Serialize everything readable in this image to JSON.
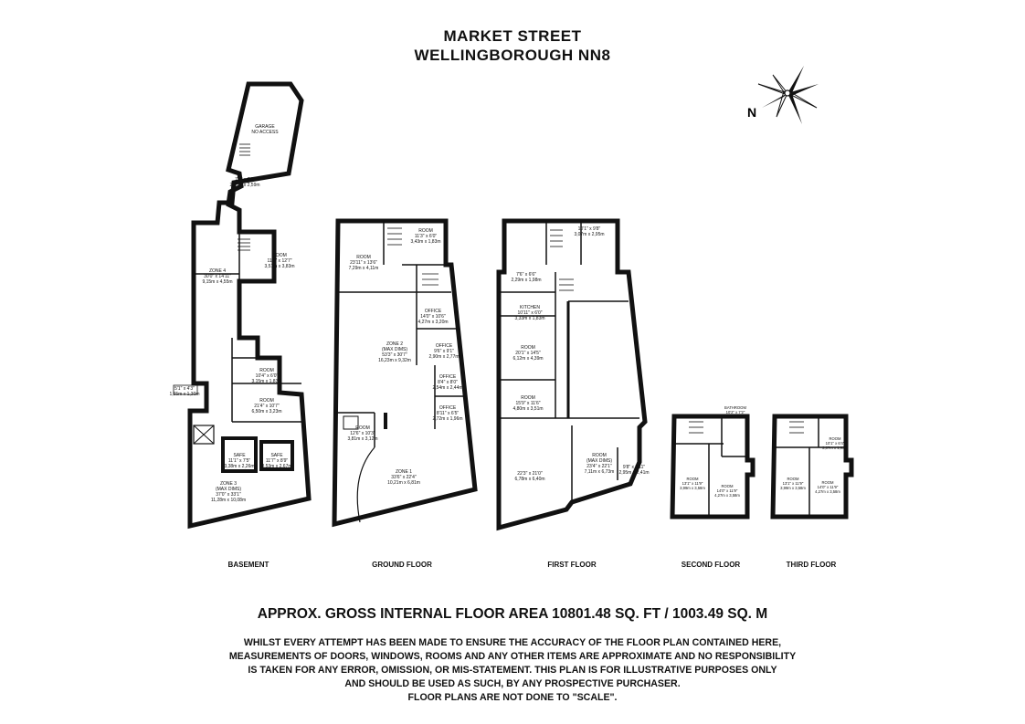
{
  "title": {
    "line1": "MARKET STREET",
    "line2": "WELLINGBOROUGH NN8"
  },
  "compass": {
    "letter": "N"
  },
  "floors": [
    {
      "label": "BASEMENT",
      "rooms": [
        {
          "name": "GARAGE",
          "dims": "NO ACCESS"
        },
        {
          "name": "",
          "dims": "7'2\" x 8'6\"",
          "metric": "2,18m x 2,59m"
        },
        {
          "name": "ROOM",
          "dims": "11'6\" x 12'7\"",
          "metric": "3,51m x 3,83m"
        },
        {
          "name": "ZONE 4",
          "dims": "30'0\" x 14'11\"",
          "metric": "9,15m x 4,55m"
        },
        {
          "name": "ROOM",
          "dims": "10'4\" x 6'0\"",
          "metric": "3,15m x 1,83m"
        },
        {
          "name": "ROOM",
          "dims": "21'4\" x 10'7\"",
          "metric": "6,50m x 3,23m"
        },
        {
          "name": "",
          "dims": "5'1\" x 4'3\"",
          "metric": "1,55m x 1,30m"
        },
        {
          "name": "SAFE",
          "dims": "11'1\" x 7'5\"",
          "metric": "3,38m x 2,26m"
        },
        {
          "name": "SAFE",
          "dims": "11'7\" x 8'9\"",
          "metric": "3,53m x 2,67m"
        },
        {
          "name": "ZONE 3",
          "sub": "(MAX DIMS)",
          "dims": "37'0\" x 33'1\"",
          "metric": "11,28m x 10,08m"
        }
      ]
    },
    {
      "label": "GROUND FLOOR",
      "rooms": [
        {
          "name": "ROOM",
          "dims": "11'3\" x 6'0\"",
          "metric": "3,43m x 1,83m"
        },
        {
          "name": "ROOM",
          "dims": "23'11\" x 13'6\"",
          "metric": "7,29m x 4,11m"
        },
        {
          "name": "OFFICE",
          "dims": "14'0\" x 10'6\"",
          "metric": "4,27m x 3,20m"
        },
        {
          "name": "ZONE 2",
          "sub": "(MAX DIMS)",
          "dims": "53'3\" x 30'7\"",
          "metric": "16,23m x 9,32m"
        },
        {
          "name": "OFFICE",
          "dims": "9'6\" x 9'1\"",
          "metric": "2,90m x 2,77m"
        },
        {
          "name": "OFFICE",
          "dims": "8'4\" x 8'0\"",
          "metric": "2,54m x 2,44m"
        },
        {
          "name": "OFFICE",
          "dims": "8'11\" x 6'5\"",
          "metric": "2,72m x 1,96m"
        },
        {
          "name": "ROOM",
          "dims": "12'6\" x 10'3\"",
          "metric": "3,81m x 3,12m"
        },
        {
          "name": "ZONE 1",
          "dims": "33'6\" x 22'4\"",
          "metric": "10,21m x 6,81m"
        }
      ]
    },
    {
      "label": "FIRST FLOOR",
      "rooms": [
        {
          "name": "",
          "dims": "10'1\" x 9'8\"",
          "metric": "3,07m x 2,95m"
        },
        {
          "name": "",
          "dims": "7'6\" x 6'6\"",
          "metric": "2,29m x 1,98m"
        },
        {
          "name": "KITCHEN",
          "dims": "10'11\" x 6'0\"",
          "metric": "3,33m x 1,83m"
        },
        {
          "name": "ROOM",
          "dims": "20'1\" x 14'5\"",
          "metric": "6,12m x 4,39m"
        },
        {
          "name": "ROOM",
          "dims": "15'9\" x 11'6\"",
          "metric": "4,80m x 3,51m"
        },
        {
          "name": "",
          "dims": "22'3\" x 21'0\"",
          "metric": "6,78m x 6,40m"
        },
        {
          "name": "ROOM",
          "sub": "(MAX DIMS)",
          "dims": "23'4\" x 22'1\"",
          "metric": "7,11m x 6,73m"
        },
        {
          "name": "",
          "dims": "9'8\" x 7'11\"",
          "metric": "2,95m x 2,41m"
        }
      ]
    },
    {
      "label": "SECOND FLOOR",
      "rooms": [
        {
          "name": "BATHROOM",
          "dims": "10'2\" x 7'2\"",
          "metric": "3,10m x 2,18m"
        },
        {
          "name": "ROOM",
          "dims": "13'1\" x 11'9\"",
          "metric": "3,99m x 3,58m"
        },
        {
          "name": "ROOM",
          "dims": "14'0\" x 11'9\"",
          "metric": "4,27m x 3,58m"
        }
      ]
    },
    {
      "label": "THIRD FLOOR",
      "rooms": [
        {
          "name": "ROOM",
          "dims": "10'1\" x 6'4\"",
          "metric": "3,07m x 1,93m"
        },
        {
          "name": "ROOM",
          "dims": "13'1\" x 11'9\"",
          "metric": "3,99m x 3,58m"
        },
        {
          "name": "ROOM",
          "dims": "14'0\" x 11'9\"",
          "metric": "4,27m x 3,58m"
        }
      ]
    }
  ],
  "area_text": "APPROX. GROSS INTERNAL FLOOR AREA 10801.48 SQ. FT / 1003.49 SQ. M",
  "disclaimer": [
    "WHILST EVERY ATTEMPT HAS BEEN MADE TO ENSURE THE ACCURACY OF THE FLOOR PLAN CONTAINED HERE,",
    "MEASUREMENTS OF DOORS, WINDOWS, ROOMS AND ANY OTHER ITEMS ARE APPROXIMATE AND NO RESPONSIBILITY",
    "IS TAKEN FOR ANY ERROR, OMISSION, OR MIS-STATEMENT. THIS PLAN IS FOR ILLUSTRATIVE PURPOSES ONLY",
    "AND SHOULD BE USED AS SUCH, BY ANY PROSPECTIVE PURCHASER.",
    "FLOOR PLANS ARE NOT DONE TO \"SCALE\"."
  ]
}
